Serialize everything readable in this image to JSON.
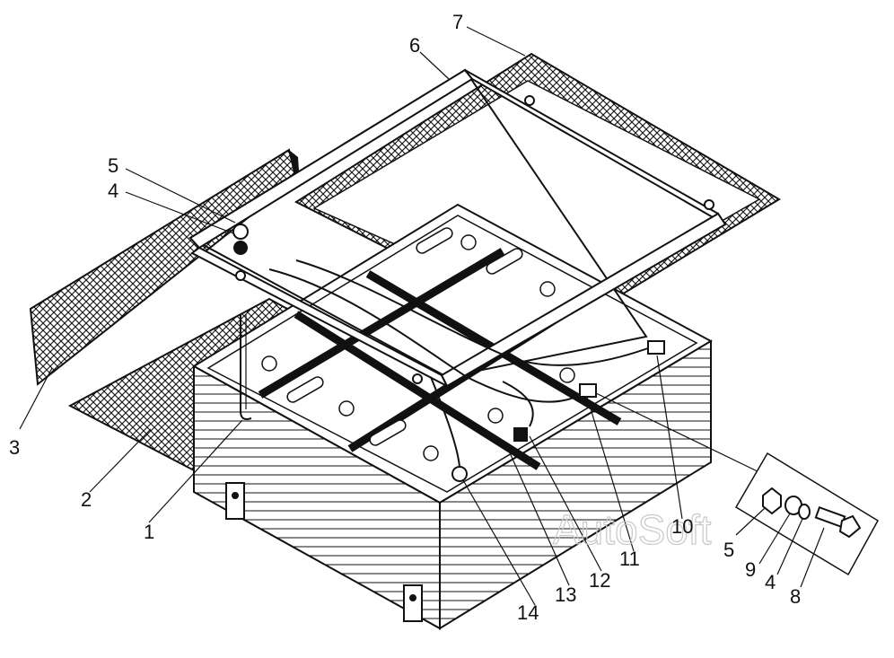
{
  "diagram": {
    "callouts": [
      "1",
      "2",
      "3",
      "4",
      "5",
      "6",
      "7",
      "8",
      "9",
      "10",
      "11",
      "12",
      "13",
      "14",
      "5",
      "4"
    ],
    "watermark": "AutoSoft",
    "colors": {
      "line": "#111111",
      "background": "#ffffff",
      "watermark": "#c9c9c9"
    }
  }
}
